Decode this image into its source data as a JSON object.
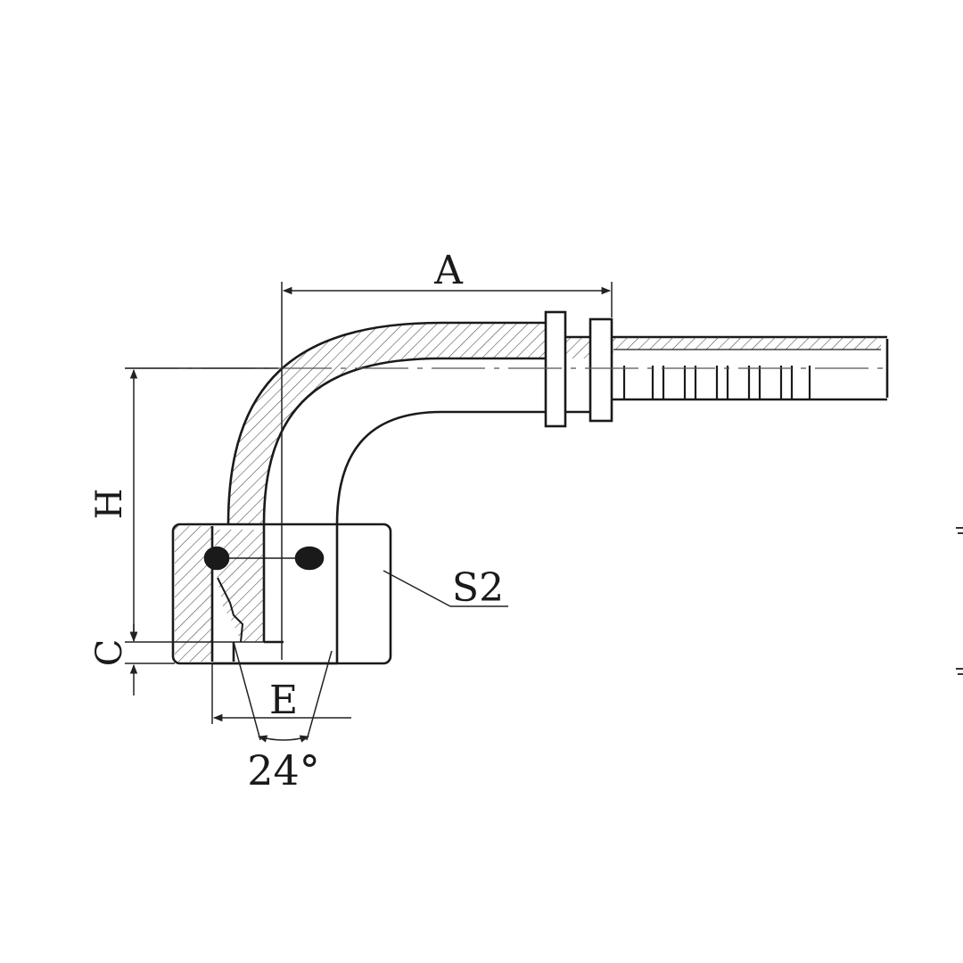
{
  "drawing": {
    "labels": {
      "a": "A",
      "h": "H",
      "c": "C",
      "e": "E",
      "s2": "S2",
      "angle": "24°"
    }
  }
}
